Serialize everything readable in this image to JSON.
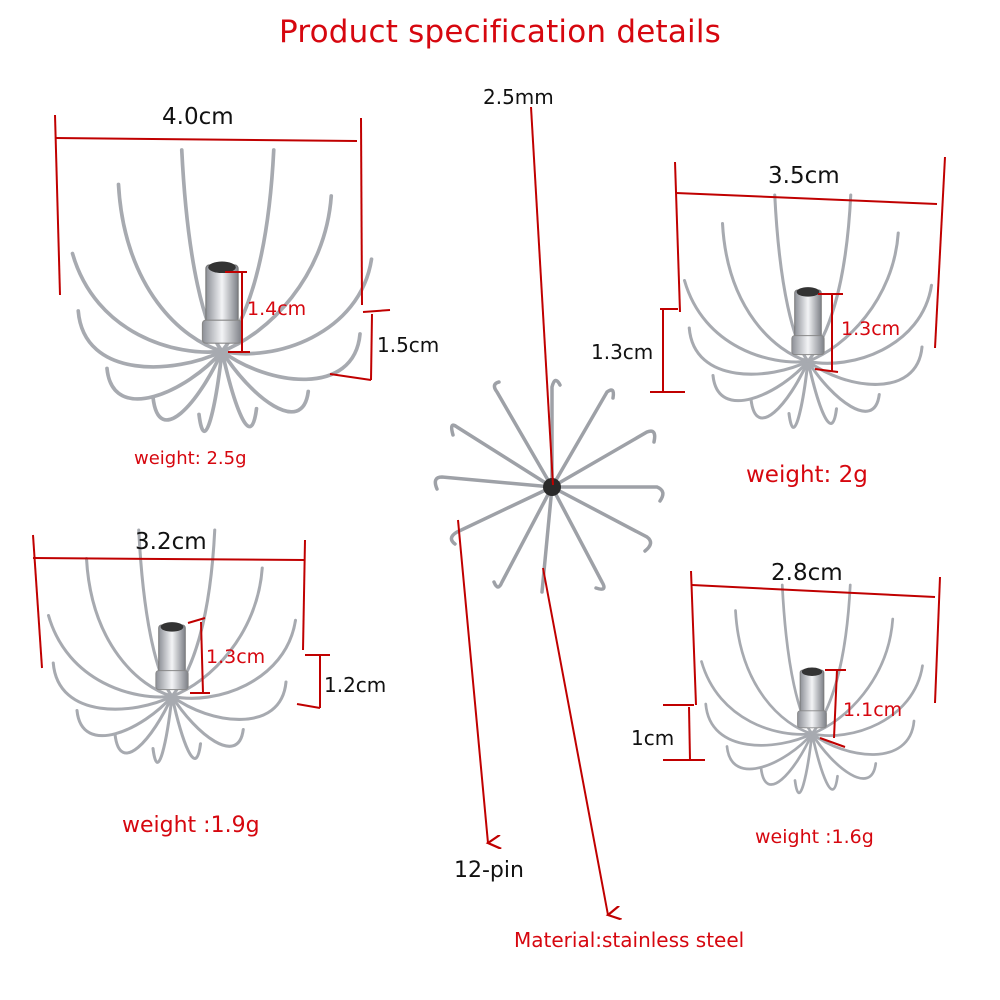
{
  "title": "Product specification details",
  "colors": {
    "accent": "#d6070f",
    "dimension_line": "#c00000",
    "text": "#111111",
    "steel": "#b9bcc2"
  },
  "center_hook": {
    "wire_diameter": "2.5mm",
    "pins": "12-pin",
    "material": "Material:stainless steel"
  },
  "hooks": [
    {
      "position": "top-left",
      "width": "4.0cm",
      "shank_height": "1.4cm",
      "hook_height": "1.5cm",
      "weight": "weight: 2.5g"
    },
    {
      "position": "top-right",
      "width": "3.5cm",
      "shank_height": "1.3cm",
      "hook_height": "1.3cm",
      "weight": "weight: 2g"
    },
    {
      "position": "bottom-left",
      "width": "3.2cm",
      "shank_height": "1.3cm",
      "hook_height": "1.2cm",
      "weight": "weight :1.9g"
    },
    {
      "position": "bottom-right",
      "width": "2.8cm",
      "shank_height": "1.1cm",
      "hook_height": "1cm",
      "weight": "weight :1.6g"
    }
  ]
}
